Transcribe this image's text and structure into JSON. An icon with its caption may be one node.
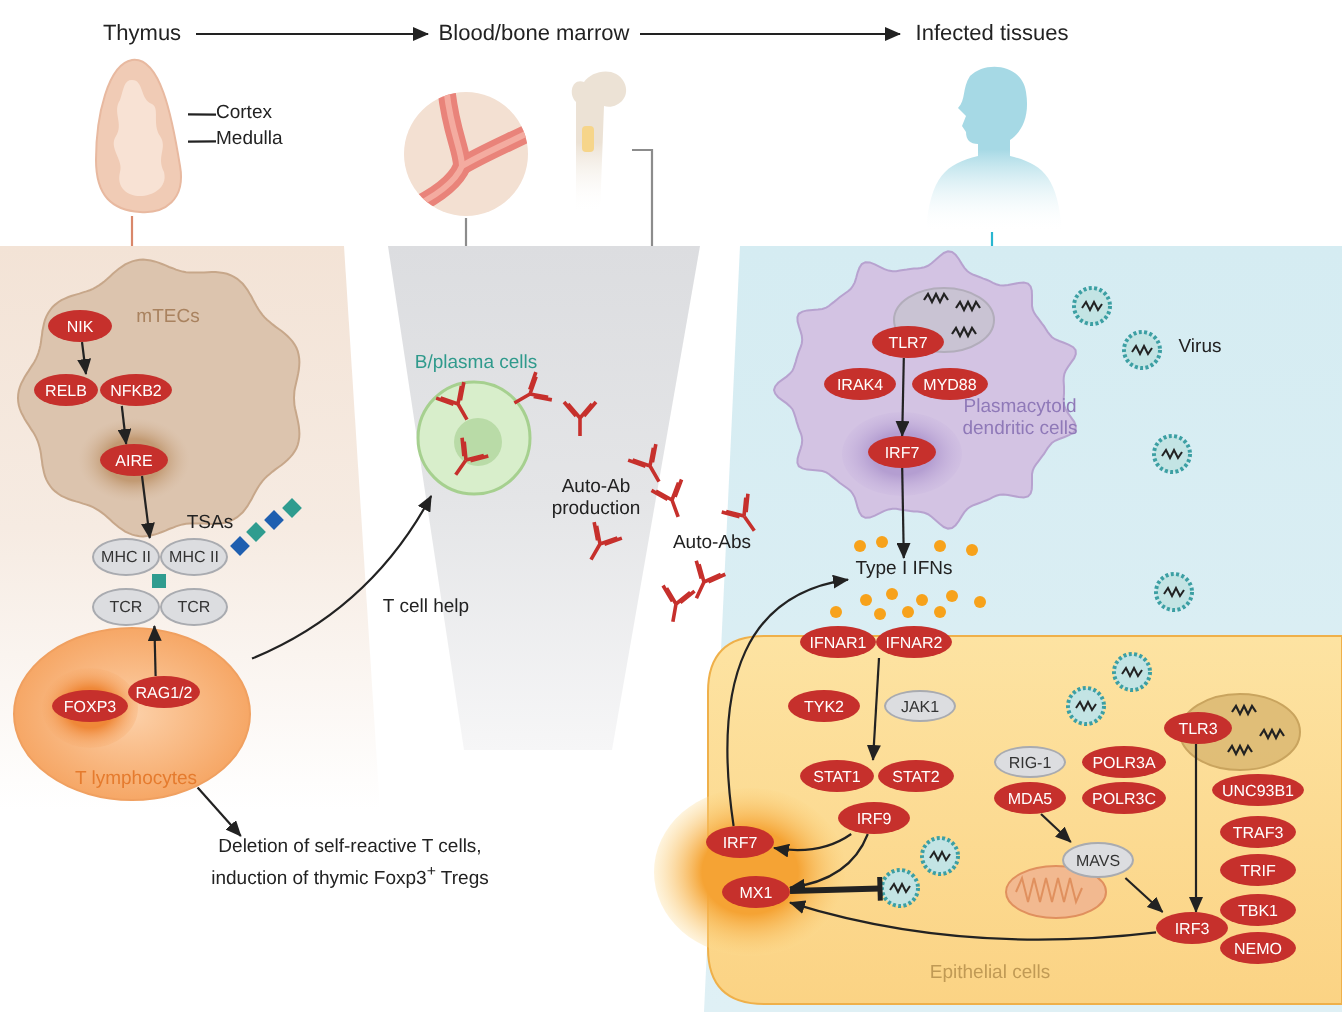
{
  "diagram": {
    "nodes": [
      {
        "text": [
          "Thymus"
        ]
      },
      {
        "text": [
          "Blood/bone marrow"
        ]
      },
      {
        "text": [
          "Infected tissues"
        ]
      },
      {
        "text": [],
        "shape": "picture"
      },
      {
        "text": [
          "Cortex"
        ]
      },
      {
        "text": [
          "Medulla"
        ]
      },
      {
        "text": [],
        "shape": "picture"
      },
      {
        "text": [],
        "shape": "picture"
      },
      {
        "text": [],
        "shape": "person"
      },
      {
        "text": [],
        "shape": "box"
      },
      {
        "text": [
          "mTECs"
        ],
        "in": 9
      },
      {
        "text": [
          "NIK"
        ],
        "in": 10
      },
      {
        "text": [
          "RELB"
        ],
        "in": 10
      },
      {
        "text": [
          "NFKB2"
        ],
        "in": 10
      },
      {
        "text": [
          "AIRE"
        ],
        "in": 10
      },
      {
        "text": [
          "MHC II"
        ],
        "in": 9
      },
      {
        "text": [
          "MHC II"
        ],
        "in": 9
      },
      {
        "text": [
          "TCR"
        ],
        "in": 9
      },
      {
        "text": [
          "TCR"
        ],
        "in": 9
      },
      {
        "text": [
          "T lymphocytes"
        ],
        "in": 9
      },
      {
        "text": [
          "FOXP3"
        ],
        "in": 19
      },
      {
        "text": [
          "RAG1/2"
        ],
        "in": 19
      },
      {
        "text": [
          "Deletion of self-reactive T cells, induction of thymic Foxp3$^{+}$ Tregs"
        ]
      },
      {
        "text": [],
        "shape": "box"
      },
      {
        "text": [
          "B/plasma cells"
        ],
        "in": 23
      },
      {
        "text": [],
        "shape": "box"
      },
      {
        "text": [
          "Plasmacytoid dendritic cells"
        ],
        "in": 25
      },
      {
        "text": [
          "TLR7"
        ],
        "in": 26
      },
      {
        "text": [
          "IRAK4"
        ],
        "in": 26
      },
      {
        "text": [
          "MYD88"
        ],
        "in": 26
      },
      {
        "text": [
          "IRF7"
        ],
        "in": 26
      },
      {
        "text": [
          "Type I IFNs"
        ],
        "in": 25
      },
      {
        "text": [
          "Epithelial cells"
        ],
        "in": 25
      },
      {
        "text": [
          "IFNAR1"
        ],
        "in": 32
      },
      {
        "text": [
          "IFNAR2"
        ],
        "in": 32
      },
      {
        "text": [
          "TYK2"
        ],
        "in": 32
      },
      {
        "text": [
          "JAK1"
        ],
        "in": 32
      },
      {
        "text": [
          "STAT1"
        ],
        "in": 32
      },
      {
        "text": [
          "STAT2"
        ],
        "in": 32
      },
      {
        "text": [
          "IRF9"
        ],
        "in": 32
      },
      {
        "text": [
          "IRF7"
        ],
        "in": 32
      },
      {
        "text": [
          "MX1"
        ],
        "in": 32
      },
      {
        "text": [
          "RIG-1"
        ],
        "in": 32
      },
      {
        "text": [
          "POLR3A"
        ],
        "in": 32
      },
      {
        "text": [
          "MDA5"
        ],
        "in": 32
      },
      {
        "text": [
          "POLR3C"
        ],
        "in": 32
      },
      {
        "text": [
          "MAVS"
        ],
        "in": 32
      },
      {
        "text": [
          "TLR3"
        ],
        "in": 32
      },
      {
        "text": [
          "UNC93B1"
        ],
        "in": 32
      },
      {
        "text": [
          "TRAF3"
        ],
        "in": 32
      },
      {
        "text": [
          "TRIF"
        ],
        "in": 32
      },
      {
        "text": [
          "TBK1"
        ],
        "in": 32
      },
      {
        "text": [
          "NEMO"
        ],
        "in": 32
      },
      {
        "text": [
          "IRF3"
        ],
        "in": 32
      },
      {
        "text": [],
        "shape": "circle",
        "in": 32
      }
    ],
    "edges": [
      {
        "from": 0,
        "to": 1,
        "arrow": "to"
      },
      {
        "from": 1,
        "to": 2,
        "arrow": "to"
      },
      {
        "from": 4,
        "to": 3,
        "arrow": "none"
      },
      {
        "from": 5,
        "to": 3,
        "arrow": "none"
      },
      {
        "from": 3,
        "to": 9,
        "arrow": "none",
        "color": "#d9876a"
      },
      {
        "from": 6,
        "to": 23,
        "arrow": "none",
        "color": "#8c8c8c"
      },
      {
        "from": 7,
        "to": 23,
        "arrow": "none",
        "color": "#8c8c8c"
      },
      {
        "from": 8,
        "to": 25,
        "arrow": "none",
        "color": "#29b6d0"
      },
      {
        "from": 11,
        "to": 12,
        "arrow": "to"
      },
      {
        "from": 13,
        "to": 14,
        "arrow": "to"
      },
      {
        "from": 14,
        "to": 15,
        "arrow": "to"
      },
      {
        "from": 21,
        "to": 17,
        "arrow": "to"
      },
      {
        "from": 19,
        "to": 24,
        "arrow": "to",
        "label": "T cell help"
      },
      {
        "from": 19,
        "to": 22,
        "arrow": "to"
      },
      {
        "from": 27,
        "to": 30,
        "arrow": "to"
      },
      {
        "from": 30,
        "to": 31,
        "arrow": "to"
      },
      {
        "from": 34,
        "to": 37,
        "arrow": "to"
      },
      {
        "from": 39,
        "to": 40,
        "arrow": "to"
      },
      {
        "from": 39,
        "to": 41,
        "arrow": "to"
      },
      {
        "from": 41,
        "to": 54,
        "arrow": "other",
        "style": "thick"
      },
      {
        "from": 44,
        "to": 46,
        "arrow": "to"
      },
      {
        "from": 46,
        "to": 53,
        "arrow": "to"
      },
      {
        "from": 47,
        "to": 53,
        "arrow": "to"
      },
      {
        "from": 53,
        "to": 41,
        "arrow": "to"
      },
      {
        "from": 40,
        "to": 31,
        "arrow": "to"
      }
    ],
    "labels": [
      "Virus",
      "Auto-Ab production",
      "TSAs",
      "Auto-Abs"
    ]
  }
}
